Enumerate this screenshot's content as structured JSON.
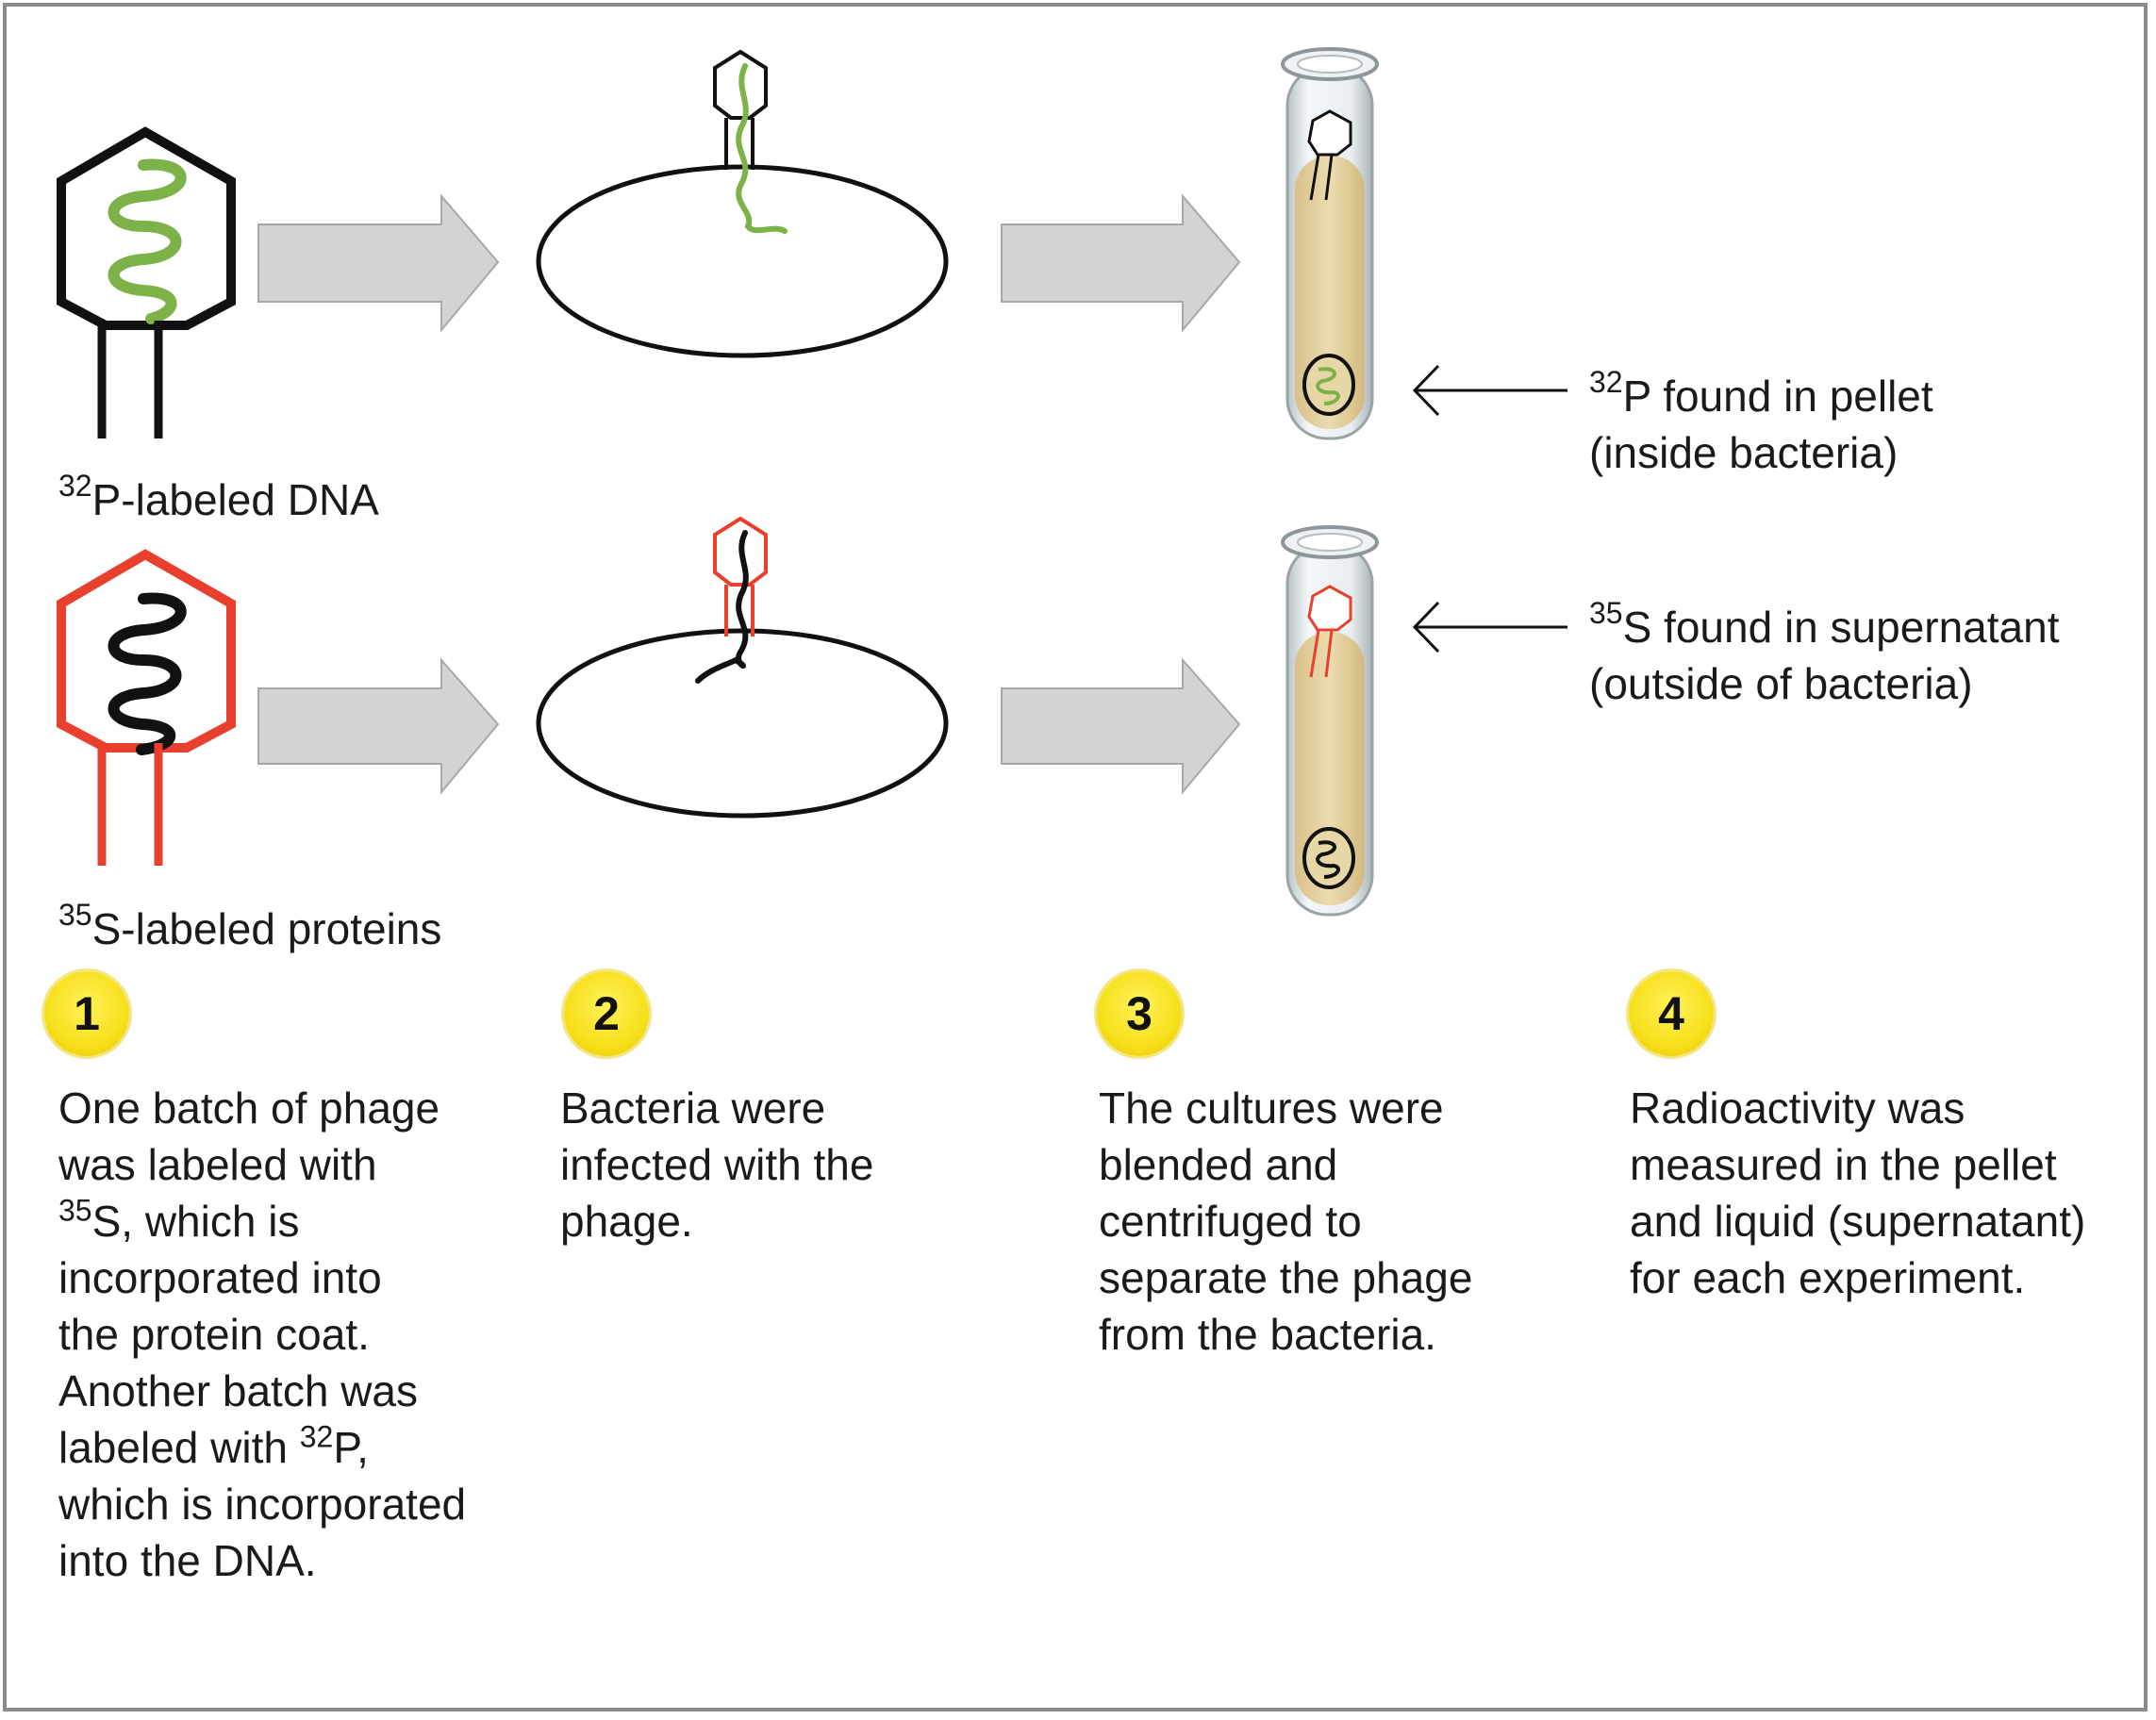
{
  "colors": {
    "dna_green": "#7db249",
    "protein_red": "#e8402c",
    "arrow_gray": "#d3d3d3",
    "tube_fluid": "#e8d4a2",
    "badge_yellow": "#f7e01c",
    "frame_gray": "#8c8c8c"
  },
  "labels": {
    "dna": {
      "sup": "32",
      "text": "P-labeled DNA"
    },
    "protein": {
      "sup": "35",
      "text": "S-labeled proteins"
    },
    "result_p": {
      "sup": "32",
      "line1": "P found in pellet",
      "line2": "(inside bacteria)"
    },
    "result_s": {
      "sup": "35",
      "line1": "S found in supernatant",
      "line2": "(outside of bacteria)"
    }
  },
  "steps": [
    {
      "number": "1",
      "lines": [
        "One batch of phage",
        "was labeled with"
      ],
      "line3_sup": "35",
      "line3": "S, which is",
      "lines_b": [
        "incorporated into",
        "the protein coat.",
        "Another batch was"
      ],
      "line7": "labeled with ",
      "line7_sup": "32",
      "line7_end": "P,",
      "lines_c": [
        "which is incorporated",
        "into the DNA."
      ]
    },
    {
      "number": "2",
      "lines": [
        "Bacteria were",
        "infected with the",
        "phage."
      ]
    },
    {
      "number": "3",
      "lines": [
        "The cultures were",
        "blended and",
        "centrifuged to",
        "separate the phage",
        "from the bacteria."
      ]
    },
    {
      "number": "4",
      "lines": [
        "Radioactivity was",
        "measured in the pellet",
        "and liquid (supernatant)",
        "for each experiment."
      ]
    }
  ]
}
